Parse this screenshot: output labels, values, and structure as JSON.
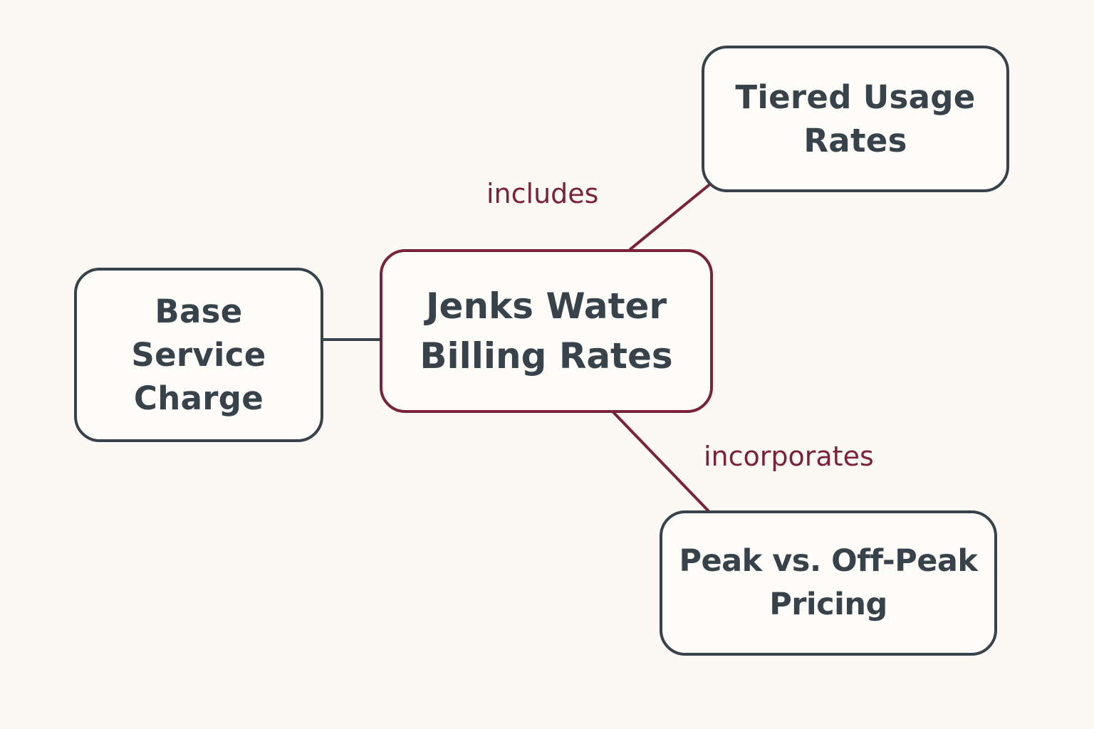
{
  "nodes": {
    "center": {
      "label": "Jenks Water Billing Rates"
    },
    "left": {
      "label": "Base Service Charge"
    },
    "top": {
      "label": "Tiered Usage Rates"
    },
    "bottom": {
      "label": "Peak vs. Off-Peak\nPricing"
    }
  },
  "edges": {
    "top": {
      "label": "includes"
    },
    "bottom": {
      "label": "incorporates"
    }
  },
  "colors": {
    "background": "#fcf9f4",
    "node_border": "#37424b",
    "text": "#37424b",
    "accent": "#7a2238"
  }
}
